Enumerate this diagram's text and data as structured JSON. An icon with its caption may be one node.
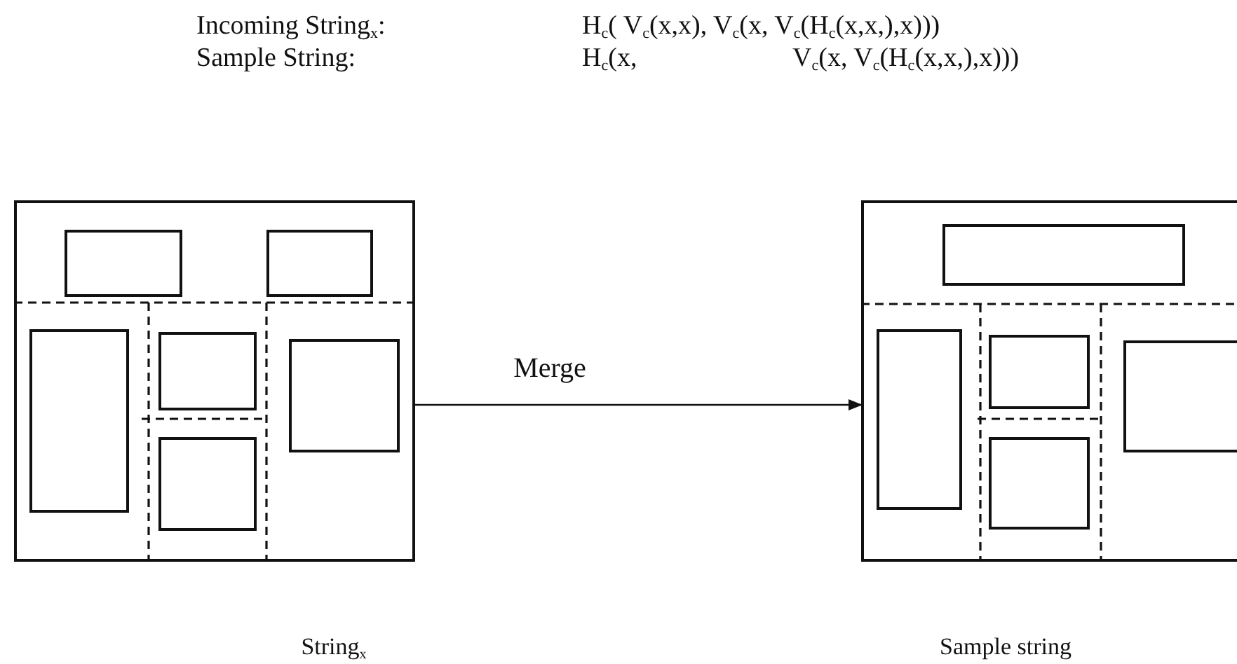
{
  "diagram": {
    "nodes": [
      {
        "text": [],
        "shape": "box",
        "beside": [
          "String$_{x}$"
        ]
      },
      {
        "text": [],
        "shape": "box",
        "beside": [
          "Sample string"
        ]
      }
    ],
    "edges": [
      {
        "from": 0,
        "to": 1,
        "arrow": "to",
        "label": "Merge"
      }
    ],
    "labels": [
      "Incoming String$_{x}$:",
      "H$_{c}$( V$_{c}$(x,x), V$_{c}$(x, V$_{c}$(H$_{c}$(x,x,),x)))",
      "Sample String:",
      "H$_{c}$(x,",
      "V$_{c}$(x, V$_{c}$(H$_{c}$(x,x,),x)))"
    ]
  }
}
